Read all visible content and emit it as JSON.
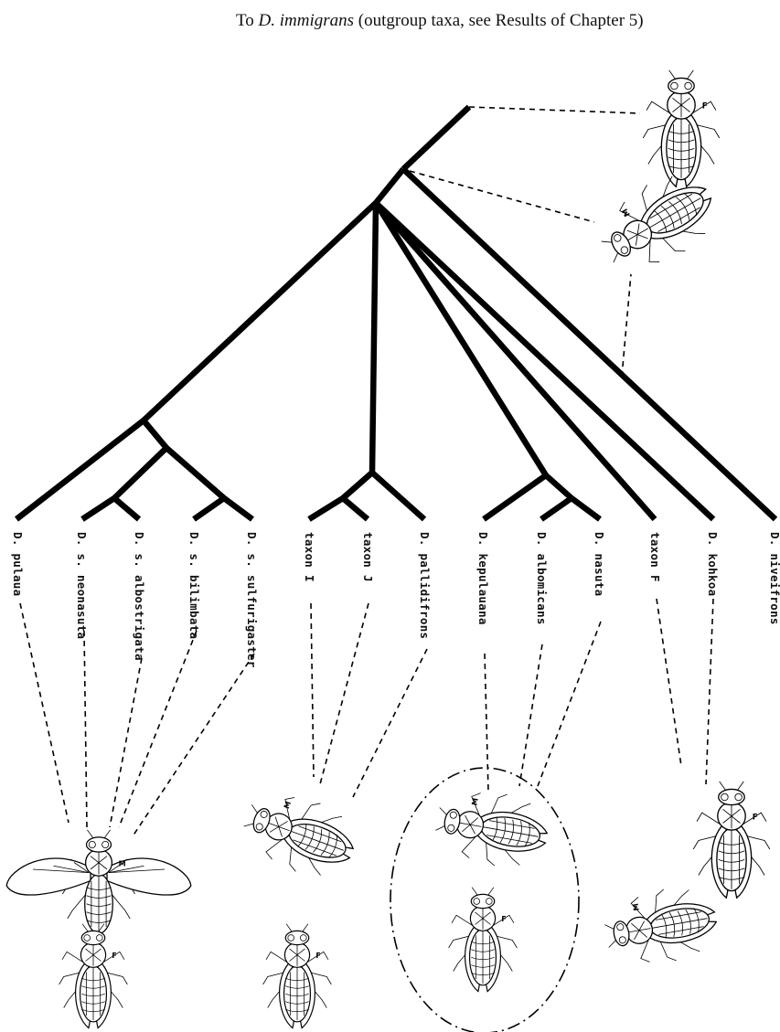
{
  "caption": {
    "prefix": "To ",
    "species": "D. immigrans",
    "suffix": " (outgroup taxa, see Results of Chapter 5)"
  },
  "taxa": [
    "D. pulaua",
    "D. s. neonasuta",
    "D. s. albostrigata",
    "D. s. bilimbata",
    "D. s. sulfurigaster",
    "taxon I",
    "taxon J",
    "D. pallidifrons",
    "D. kepulauana",
    "D. albomicans",
    "D. nasuta",
    "taxon F",
    "D. kohkoa",
    "D. niveifrons"
  ],
  "sex_marks": {
    "male": "M",
    "female": "F"
  }
}
